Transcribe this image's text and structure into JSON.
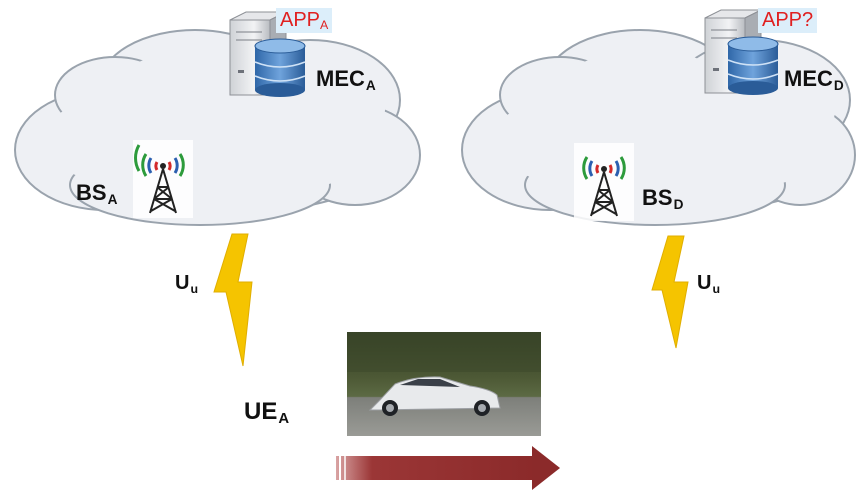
{
  "nodes": {
    "cloud_a": {
      "app_label": "APP",
      "app_sub": "A",
      "mec_label": "MEC",
      "mec_sub": "A",
      "bs_label": "BS",
      "bs_sub": "A"
    },
    "cloud_d": {
      "app_label": "APP?",
      "mec_label": "MEC",
      "mec_sub": "D",
      "bs_label": "BS",
      "bs_sub": "D"
    },
    "link_left": {
      "label": "U",
      "sub": "u"
    },
    "link_right": {
      "label": "U",
      "sub": "u"
    },
    "ue": {
      "label": "UE",
      "sub": "A"
    }
  },
  "colors": {
    "cloud_fill": "#eef0f4",
    "cloud_stroke": "#9aa3ad",
    "lightning": "#f5c400",
    "arrow": "#8b2a2a",
    "app_text": "#e02020",
    "app_bg": "#dceefa"
  },
  "icons": [
    "server-icon",
    "database-icon",
    "antenna-tower-icon",
    "lightning-bolt-icon",
    "car-photo",
    "motion-arrow-icon"
  ]
}
